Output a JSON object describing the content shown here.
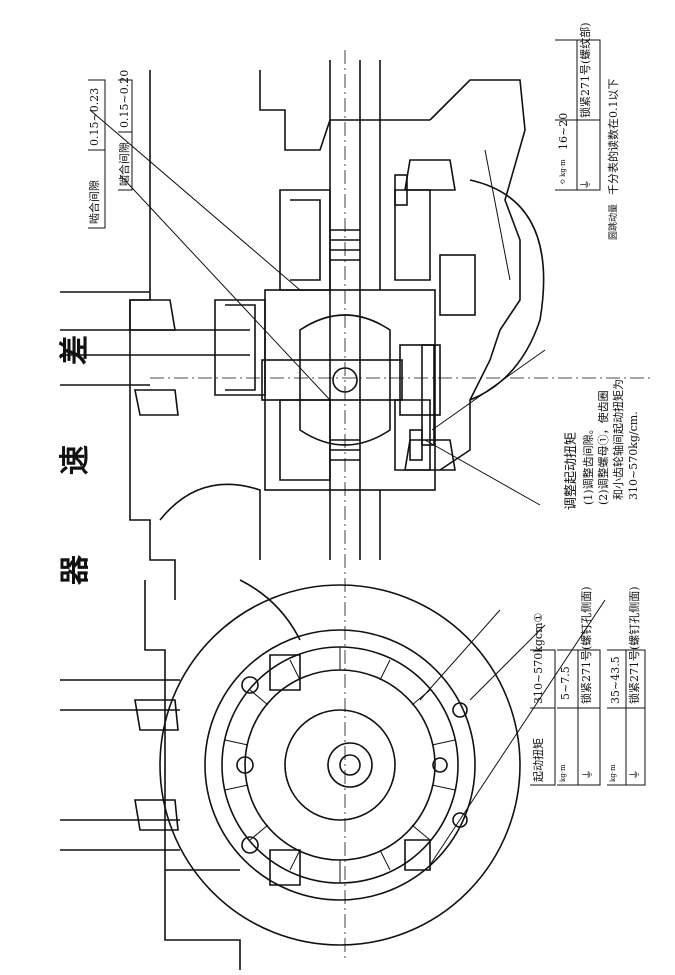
{
  "title": "差速器",
  "title_chars": [
    "差",
    "速",
    "器"
  ],
  "labels": {
    "mesh_gap_1": "啮合间隙",
    "mesh_gap_1_value": "0.15~0.23",
    "mesh_gap_2": "啮合间隙",
    "mesh_gap_2_value": "0.15~0.20",
    "torque_right": "16~20",
    "loctite_thread": "锁紧271号(螺纹部)",
    "runout_label": "圆跳动量",
    "runout_text": "千分表的读数在0.1以下",
    "adjust_title": "调整起动扭矩",
    "adjust_step1": "(1)调整齿间隙。",
    "adjust_step2": "(2)调整螺母①，使齿圈",
    "adjust_step3": "和小齿轮轴间起动扭矩为",
    "adjust_step4": "310~570kg/cm.",
    "start_torque_label": "起动扭矩",
    "start_torque_value": "310~570kgcm①",
    "torque_small": "5~7.5",
    "loctite_hole_1": "锁紧271号(螺钉孔侧面)",
    "torque_large": "35~43.5",
    "loctite_hole_2": "锁紧271号(螺钉孔侧面)",
    "kgm_unit": "kg·m"
  },
  "icons": [
    "torque-wrench-icon",
    "loctite-drop-icon"
  ]
}
